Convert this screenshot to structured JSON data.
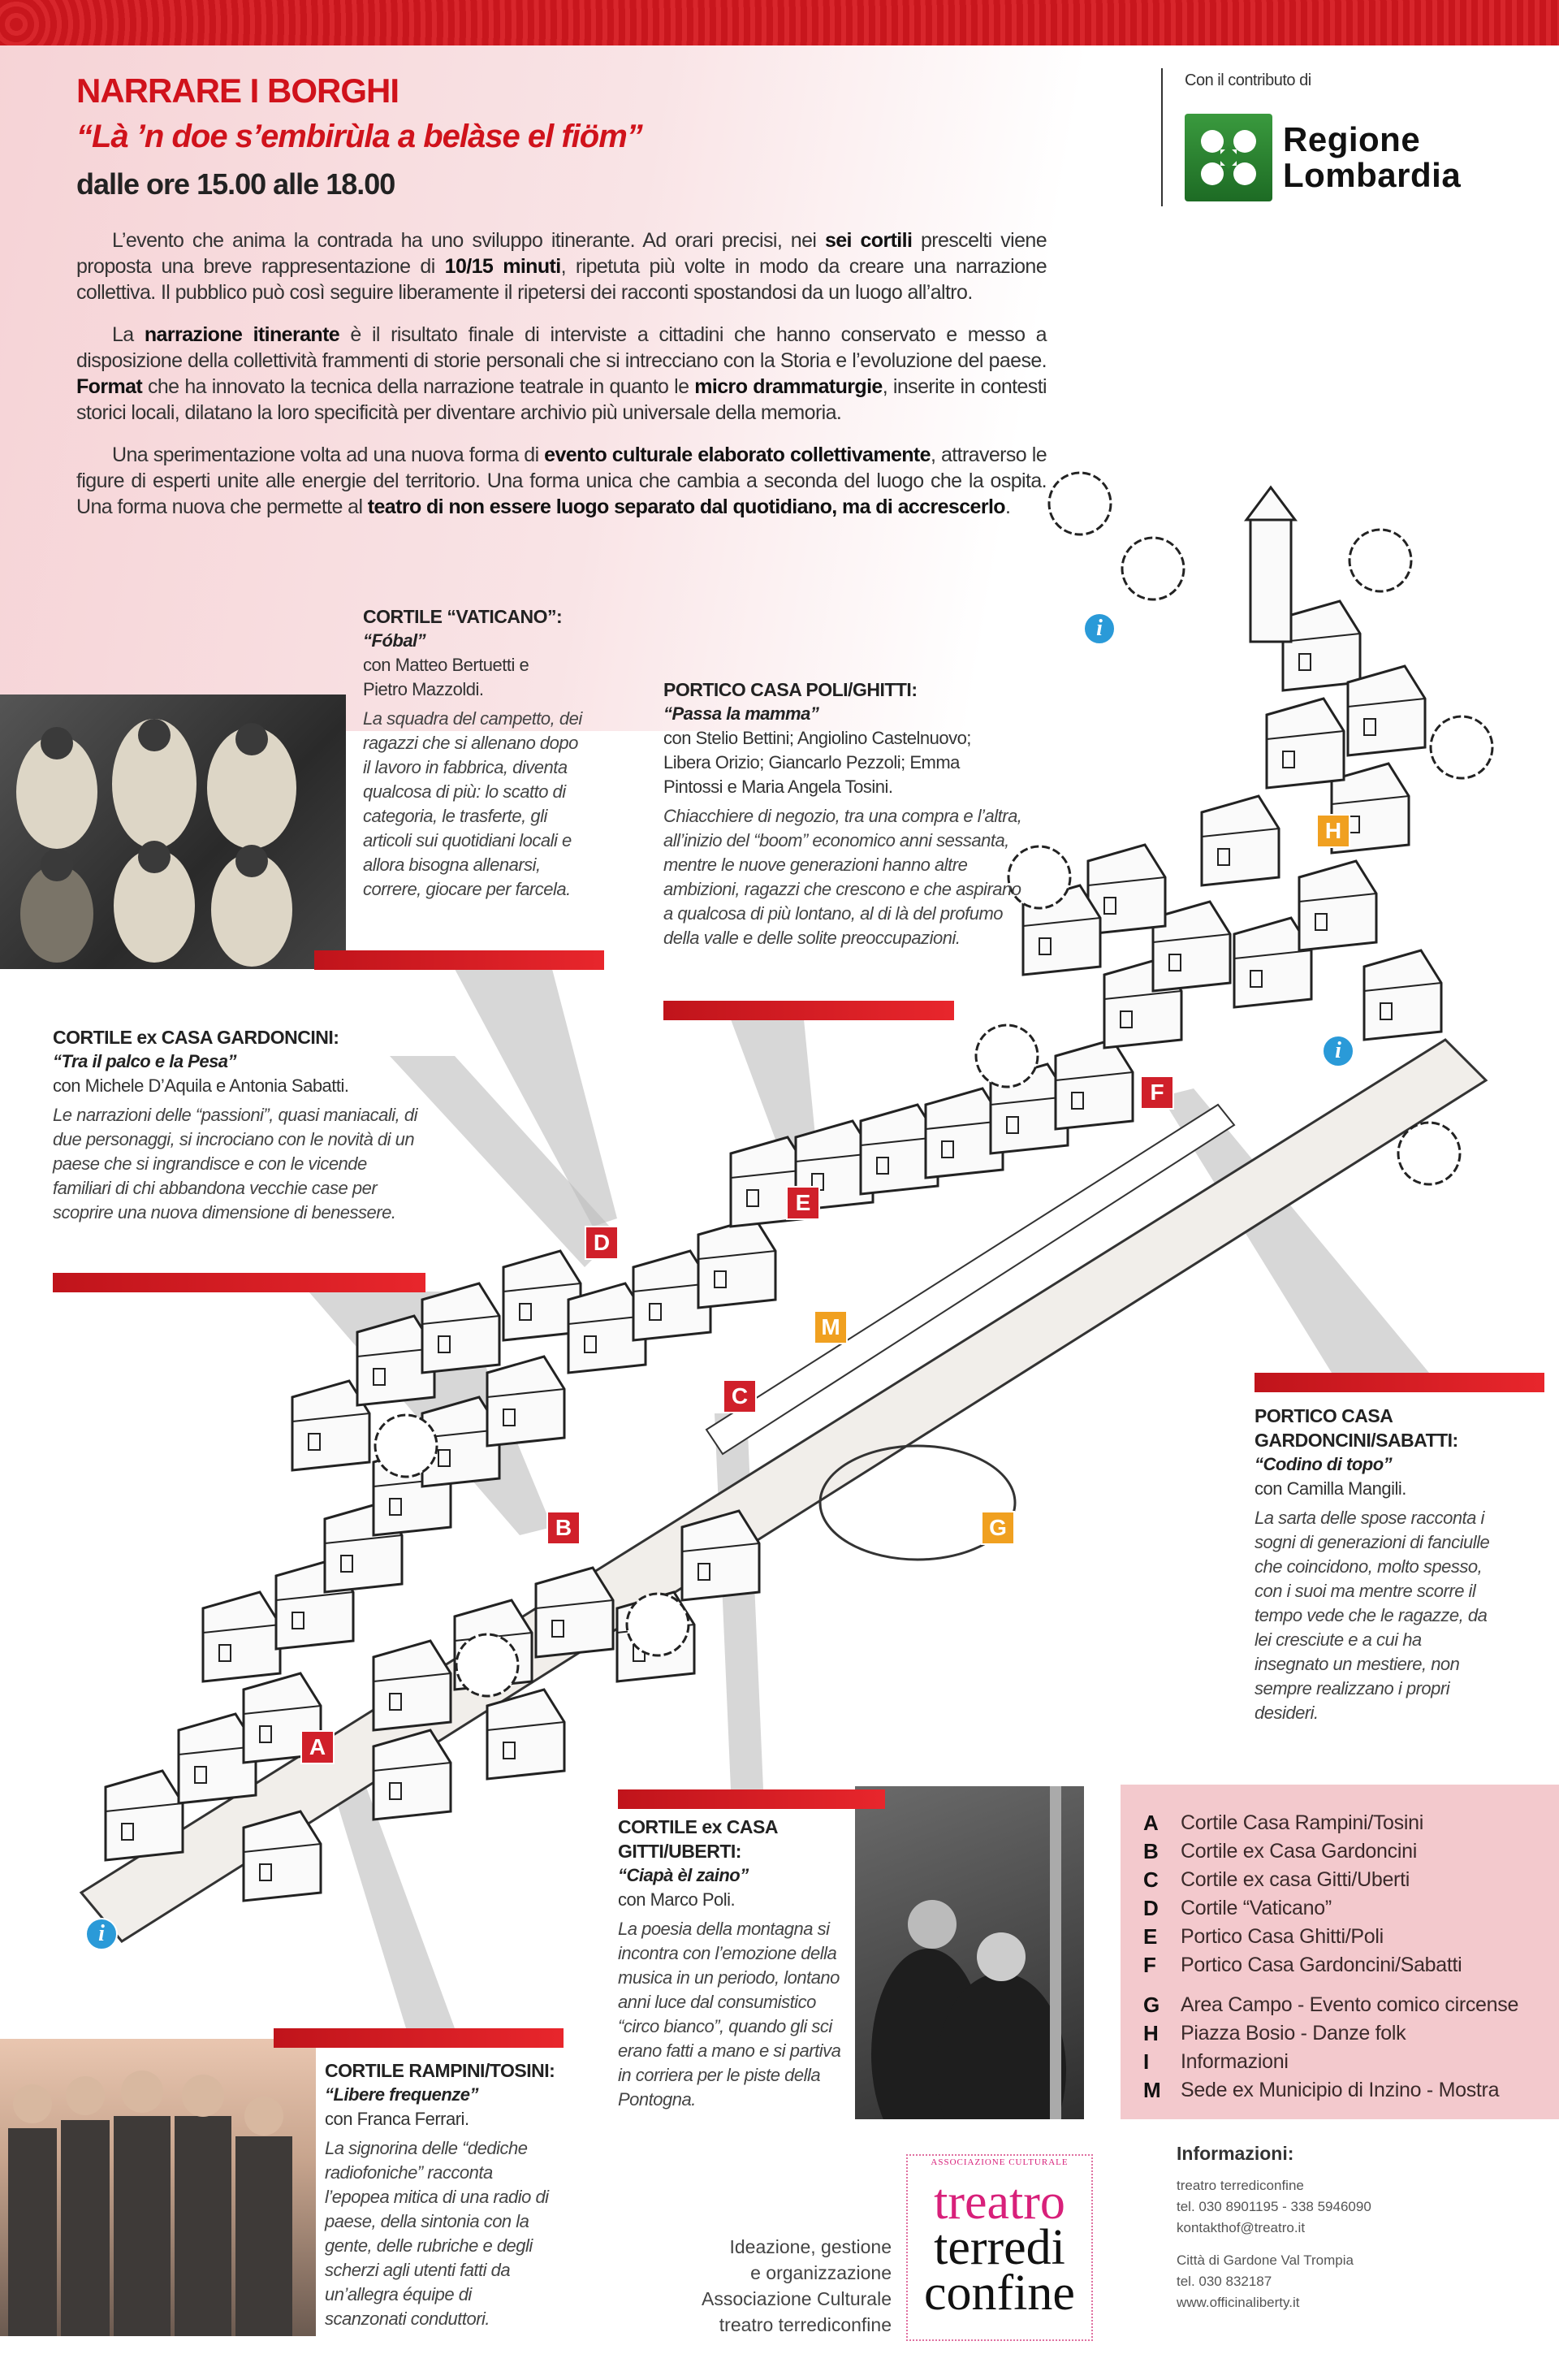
{
  "header": {
    "title": "NARRARE I BORGHI",
    "subtitle": "“Là ’n doe s’embirùla a belàse el fiöm”",
    "time": "dalle ore 15.00 alle 18.00"
  },
  "sponsor": {
    "label": "Con il contributo di",
    "name_line1": "Regione",
    "name_line2": "Lombardia"
  },
  "intro": [
    [
      {
        "t": "L’evento che anima la contrada ha uno sviluppo itinerante. Ad orari precisi, nei "
      },
      {
        "t": "sei cortili",
        "b": true
      },
      {
        "t": " prescelti viene proposta una breve rappresentazione di "
      },
      {
        "t": "10/15 minuti",
        "b": true
      },
      {
        "t": ", ripetuta più volte in modo da creare una narrazione collettiva. Il pubblico può così seguire liberamente il ripetersi dei racconti spostandosi da un luogo all’altro."
      }
    ],
    [
      {
        "t": "La "
      },
      {
        "t": "narrazione itinerante",
        "b": true
      },
      {
        "t": " è il risultato finale di interviste a cittadini che hanno conservato e messo a disposizione della collettività frammenti di storie personali che si intrecciano con la Storia e l’evoluzione del paese. "
      },
      {
        "t": "Format",
        "b": true
      },
      {
        "t": " che ha innovato la tecnica della narrazione teatrale in quanto le "
      },
      {
        "t": "micro drammaturgie",
        "b": true
      },
      {
        "t": ", inserite in contesti storici locali, dilatano la loro specificità per diventare archivio più universale della memoria."
      }
    ],
    [
      {
        "t": "Una sperimentazione volta ad una nuova forma di "
      },
      {
        "t": "evento culturale elaborato collettivamente",
        "b": true
      },
      {
        "t": ", attraverso le figure di esperti unite alle energie del territorio. Una forma unica che cambia a seconda del luogo che la ospita. Una forma nuova che permette al "
      },
      {
        "t": "teatro di non essere luogo separato dal quotidiano, ma di accrescerlo",
        "b": true
      },
      {
        "t": "."
      }
    ]
  ],
  "blocks": {
    "vaticano": {
      "heading": "CORTILE “VATICANO”:",
      "title": "“Fóbal”",
      "cast": "con Matteo Bertuetti e Pietro Mazzoldi.",
      "desc": "La squadra del campetto, dei ragazzi che si allenano dopo il lavoro in fabbrica, diventa qualcosa di più: lo scatto di categoria, le trasferte, gli articoli sui quotidiani locali e allora bisogna allenarsi, correre, giocare per farcela."
    },
    "poli": {
      "heading": "PORTICO CASA POLI/GHITTI:",
      "title": "“Passa la mamma”",
      "cast": "con Stelio Bettini; Angiolino Castelnuovo; Libera Orizio; Giancarlo Pezzoli; Emma Pintossi e Maria Angela Tosini.",
      "desc": "Chiacchiere di negozio, tra una compra e l’altra, all’inizio del “boom” economico anni sessanta, mentre le nuove generazioni hanno altre ambizioni, ragazzi che crescono e che aspirano a qualcosa di più lontano, al di là del profumo della valle e delle solite preoccupazioni."
    },
    "gardoncini": {
      "heading": "CORTILE ex CASA GARDONCINI:",
      "title": "“Tra il palco e la Pesa”",
      "cast": "con Michele D’Aquila e Antonia Sabatti.",
      "desc": "Le narrazioni delle “passioni”, quasi maniacali, di due personaggi, si incrociano con le novità di un paese che si ingrandisce e con le vicende familiari di chi abbandona vecchie case per scoprire una nuova dimensione di benessere."
    },
    "sabatti": {
      "heading": "PORTICO CASA GARDONCINI/SABATTI:",
      "title": "“Codino di topo”",
      "cast": "con Camilla Mangili.",
      "desc": "La sarta delle spose racconta i sogni di generazioni di fanciulle che coincidono, molto spesso, con i suoi ma mentre scorre il tempo vede che le ragazze, da lei cresciute e a cui ha insegnato un mestiere, non sempre realizzano i propri desideri."
    },
    "gitti": {
      "heading": "CORTILE ex CASA GITTI/UBERTI:",
      "title": "“Ciapà èl zaino”",
      "cast": "con Marco Poli.",
      "desc": "La poesia della montagna si incontra con l’emozione della musica in un periodo, lontano anni luce dal consumistico “circo bianco”, quando gli sci erano fatti a mano e si partiva in corriera per le piste della Pontogna."
    },
    "rampini": {
      "heading": "CORTILE RAMPINI/TOSINI:",
      "title": "“Libere frequenze”",
      "cast": "con Franca Ferrari.",
      "desc": "La signorina delle “dediche radiofoniche” racconta l’epopea mitica di una radio di paese, della sintonia con la gente, delle rubriche e degli scherzi agli utenti fatti da un’allegra équipe di scanzonati conduttori."
    }
  },
  "markers": [
    {
      "k": "A",
      "color": "#d0202a"
    },
    {
      "k": "B",
      "color": "#d0202a"
    },
    {
      "k": "C",
      "color": "#d0202a"
    },
    {
      "k": "D",
      "color": "#d0202a"
    },
    {
      "k": "E",
      "color": "#d0202a"
    },
    {
      "k": "F",
      "color": "#d0202a"
    },
    {
      "k": "G",
      "color": "#f0a020"
    },
    {
      "k": "H",
      "color": "#f0a020"
    },
    {
      "k": "M",
      "color": "#f0a020"
    }
  ],
  "info_icon": "i",
  "legend": [
    {
      "k": "A",
      "label": "Cortile Casa Rampini/Tosini"
    },
    {
      "k": "B",
      "label": "Cortile ex Casa Gardoncini"
    },
    {
      "k": "C",
      "label": "Cortile ex casa Gitti/Uberti"
    },
    {
      "k": "D",
      "label": "Cortile “Vaticano”"
    },
    {
      "k": "E",
      "label": "Portico Casa Ghitti/Poli"
    },
    {
      "k": "F",
      "label": "Portico Casa Gardoncini/Sabatti"
    },
    {
      "k": "G",
      "label": "Area Campo - Evento comico circense"
    },
    {
      "k": "H",
      "label": "Piazza Bosio - Danze folk"
    },
    {
      "k": "I",
      "label": "Informazioni"
    },
    {
      "k": "M",
      "label": "Sede ex Municipio di Inzino - Mostra"
    }
  ],
  "contacts": {
    "heading": "Informazioni:",
    "lines1": [
      "treatro terrediconfine",
      "tel. 030 8901195 - 338 5946090",
      "kontakthof@treatro.it"
    ],
    "lines2": [
      "Città di Gardone Val Trompia",
      "tel. 030 832187",
      "www.officinaliberty.it"
    ]
  },
  "credits": {
    "lines": [
      "Ideazione, gestione",
      "e organizzazione",
      "Associazione Culturale",
      "treatro terrediconfine"
    ]
  },
  "org_logo": {
    "ring": "ASSOCIAZIONE CULTURALE",
    "l1": "treatro",
    "l2": "terredi",
    "l3": "confine"
  }
}
